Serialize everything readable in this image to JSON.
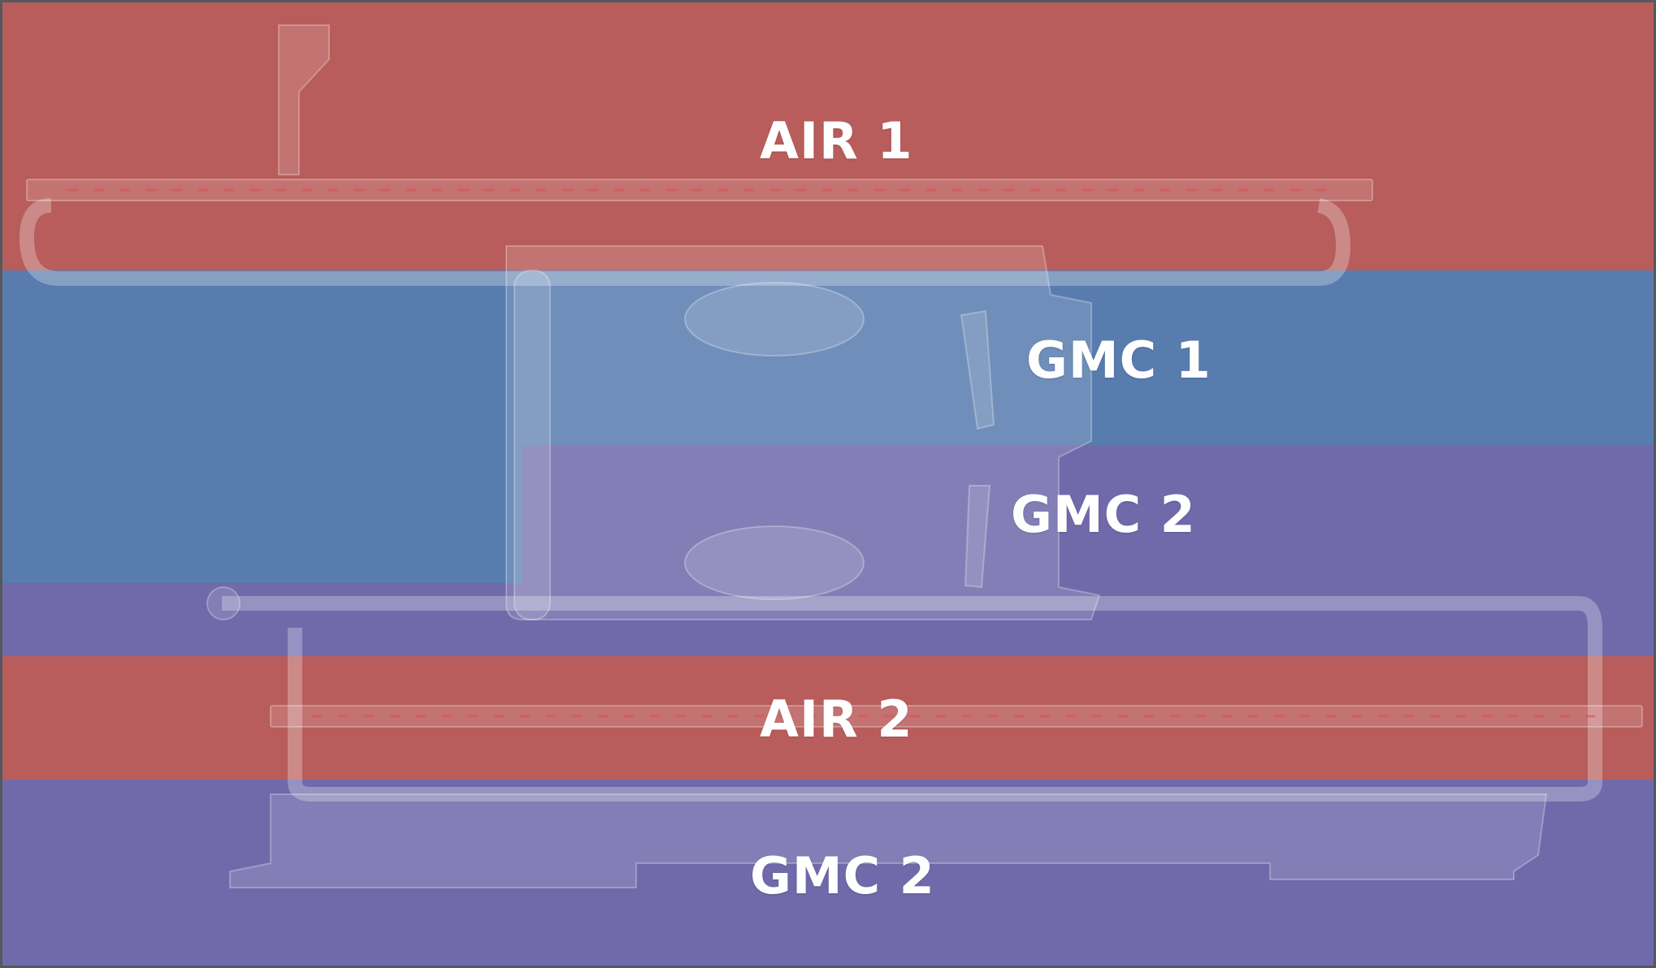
{
  "zones": [
    {
      "id": "air1",
      "label": "AIR 1",
      "color": "#b85d5b"
    },
    {
      "id": "gmc1",
      "label": "GMC 1",
      "color": "#587cae"
    },
    {
      "id": "gmc2a",
      "label": "GMC 2",
      "color": "#7069aa"
    },
    {
      "id": "air2",
      "label": "AIR 2",
      "color": "#b85d5b"
    },
    {
      "id": "gmc2b",
      "label": "GMC 2",
      "color": "#7069aa"
    }
  ],
  "colors": {
    "airfield_fill": "#ffffff",
    "taxiway_edge": "#ffffff",
    "runway_marking": "#d9534f"
  }
}
